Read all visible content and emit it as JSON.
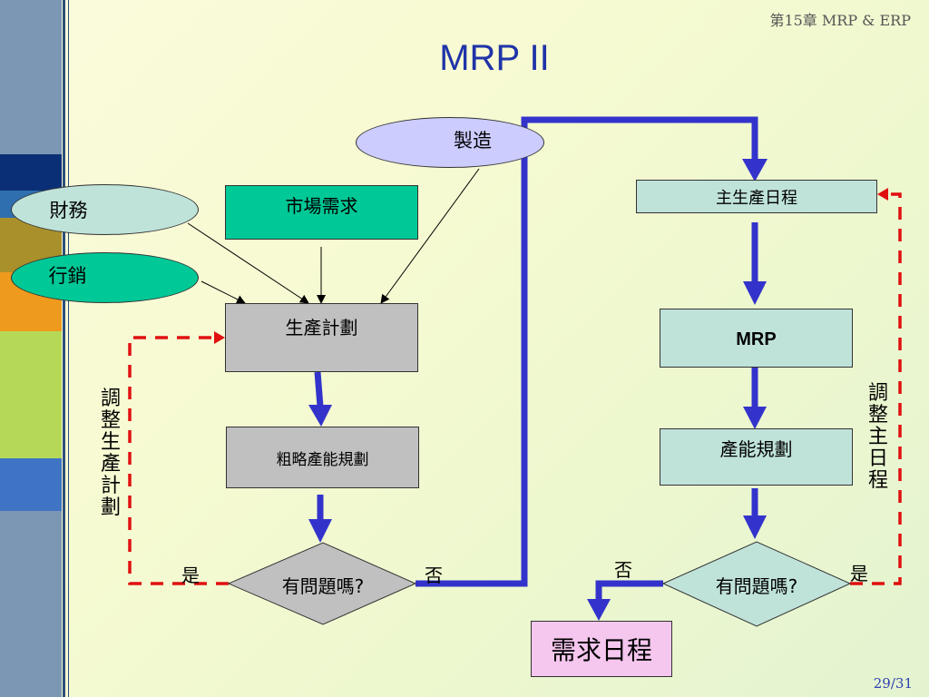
{
  "header": "第15章 MRP & ERP",
  "title": "MRP II",
  "page_number": "29/31",
  "nodes": {
    "manufacturing": "製造",
    "finance": "財務",
    "marketing": "行銷",
    "market_demand": "市場需求",
    "production_plan": "生產計劃",
    "rough_cut": "粗略產能規劃",
    "problem_left": "有問題嗎?",
    "mps": "主生產日程",
    "mrp": "MRP",
    "capacity_plan": "產能規劃",
    "problem_right": "有問題嗎?",
    "demand_schedule": "需求日程"
  },
  "labels": {
    "yes_left": "是",
    "no_left": "否",
    "no_right": "否",
    "yes_right": "是",
    "adjust_production_plan": "調整生產計劃",
    "adjust_mps": "調整主日程"
  },
  "colors": {
    "blue_flow": "#3333cc",
    "red_dashed": "#e01010",
    "gray_box": "#c0c0c0",
    "teal_box": "#bfe2d9",
    "green_box": "#00c896",
    "lavender": "#ccccff",
    "pink": "#f5c6ee"
  }
}
